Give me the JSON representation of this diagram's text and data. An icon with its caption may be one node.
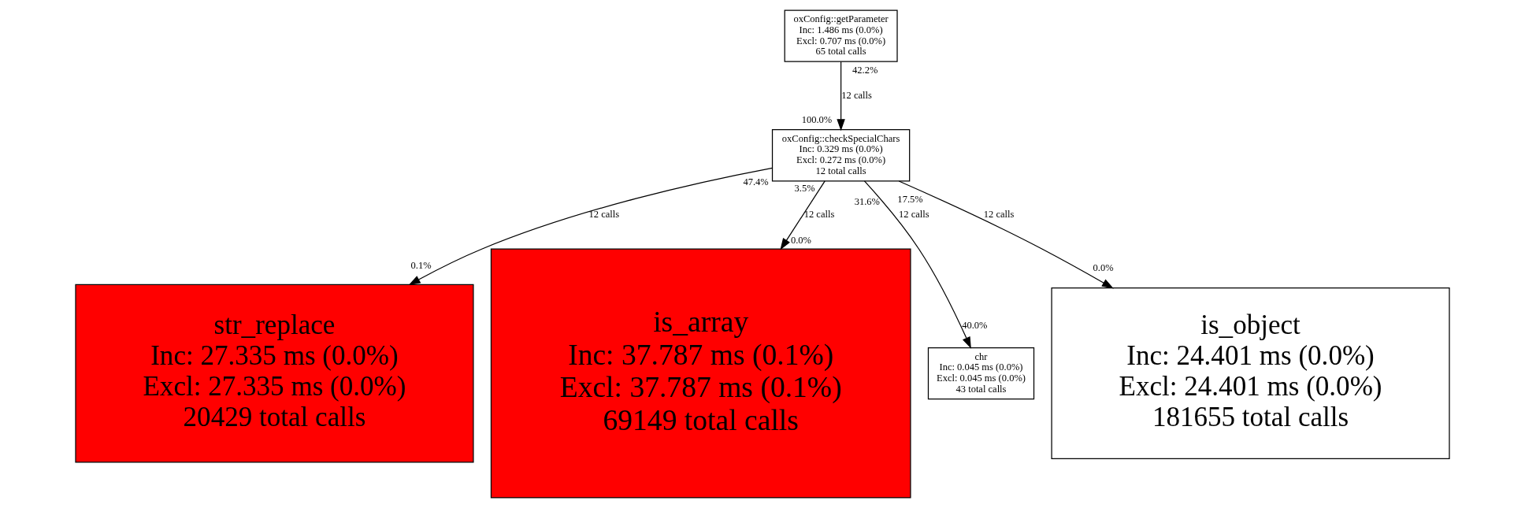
{
  "diagram": {
    "nodes": [
      {
        "text": [
          "oxConfig::getParameter",
          "Inc: 1.486 ms (0.0%)",
          "Excl: 0.707 ms (0.0%)",
          "65 total calls"
        ]
      },
      {
        "text": [
          "oxConfig::checkSpecialChars",
          "Inc: 0.329 ms (0.0%)",
          "Excl: 0.272 ms (0.0%)",
          "12 total calls"
        ]
      },
      {
        "text": [
          "str_replace",
          "Inc: 27.335 ms (0.0%)",
          "Excl: 27.335 ms (0.0%)",
          "20429 total calls"
        ]
      },
      {
        "text": [
          "is_array",
          "Inc: 37.787 ms (0.1%)",
          "Excl: 37.787 ms (0.1%)",
          "69149 total calls"
        ]
      },
      {
        "text": [
          "chr",
          "Inc: 0.045 ms (0.0%)",
          "Excl: 0.045 ms (0.0%)",
          "43 total calls"
        ]
      },
      {
        "text": [
          "is_object",
          "Inc: 24.401 ms (0.0%)",
          "Excl: 24.401 ms (0.0%)",
          "181655 total calls"
        ]
      }
    ],
    "edges": [
      {
        "from": 0,
        "to": 1,
        "arrow": "to",
        "label": "12 calls"
      },
      {
        "from": 1,
        "to": 2,
        "arrow": "to",
        "label": "12 calls"
      },
      {
        "from": 1,
        "to": 3,
        "arrow": "to",
        "label": "12 calls"
      },
      {
        "from": 1,
        "to": 4,
        "arrow": "to",
        "label": "12 calls"
      },
      {
        "from": 1,
        "to": 5,
        "arrow": "to",
        "label": "12 calls"
      }
    ],
    "labels": [
      "42.2%",
      "100.0%",
      "47.4%",
      "3.5%",
      "31.6%",
      "17.5%",
      "0.0%",
      "0.1%",
      "0.0%",
      "40.0%"
    ]
  }
}
